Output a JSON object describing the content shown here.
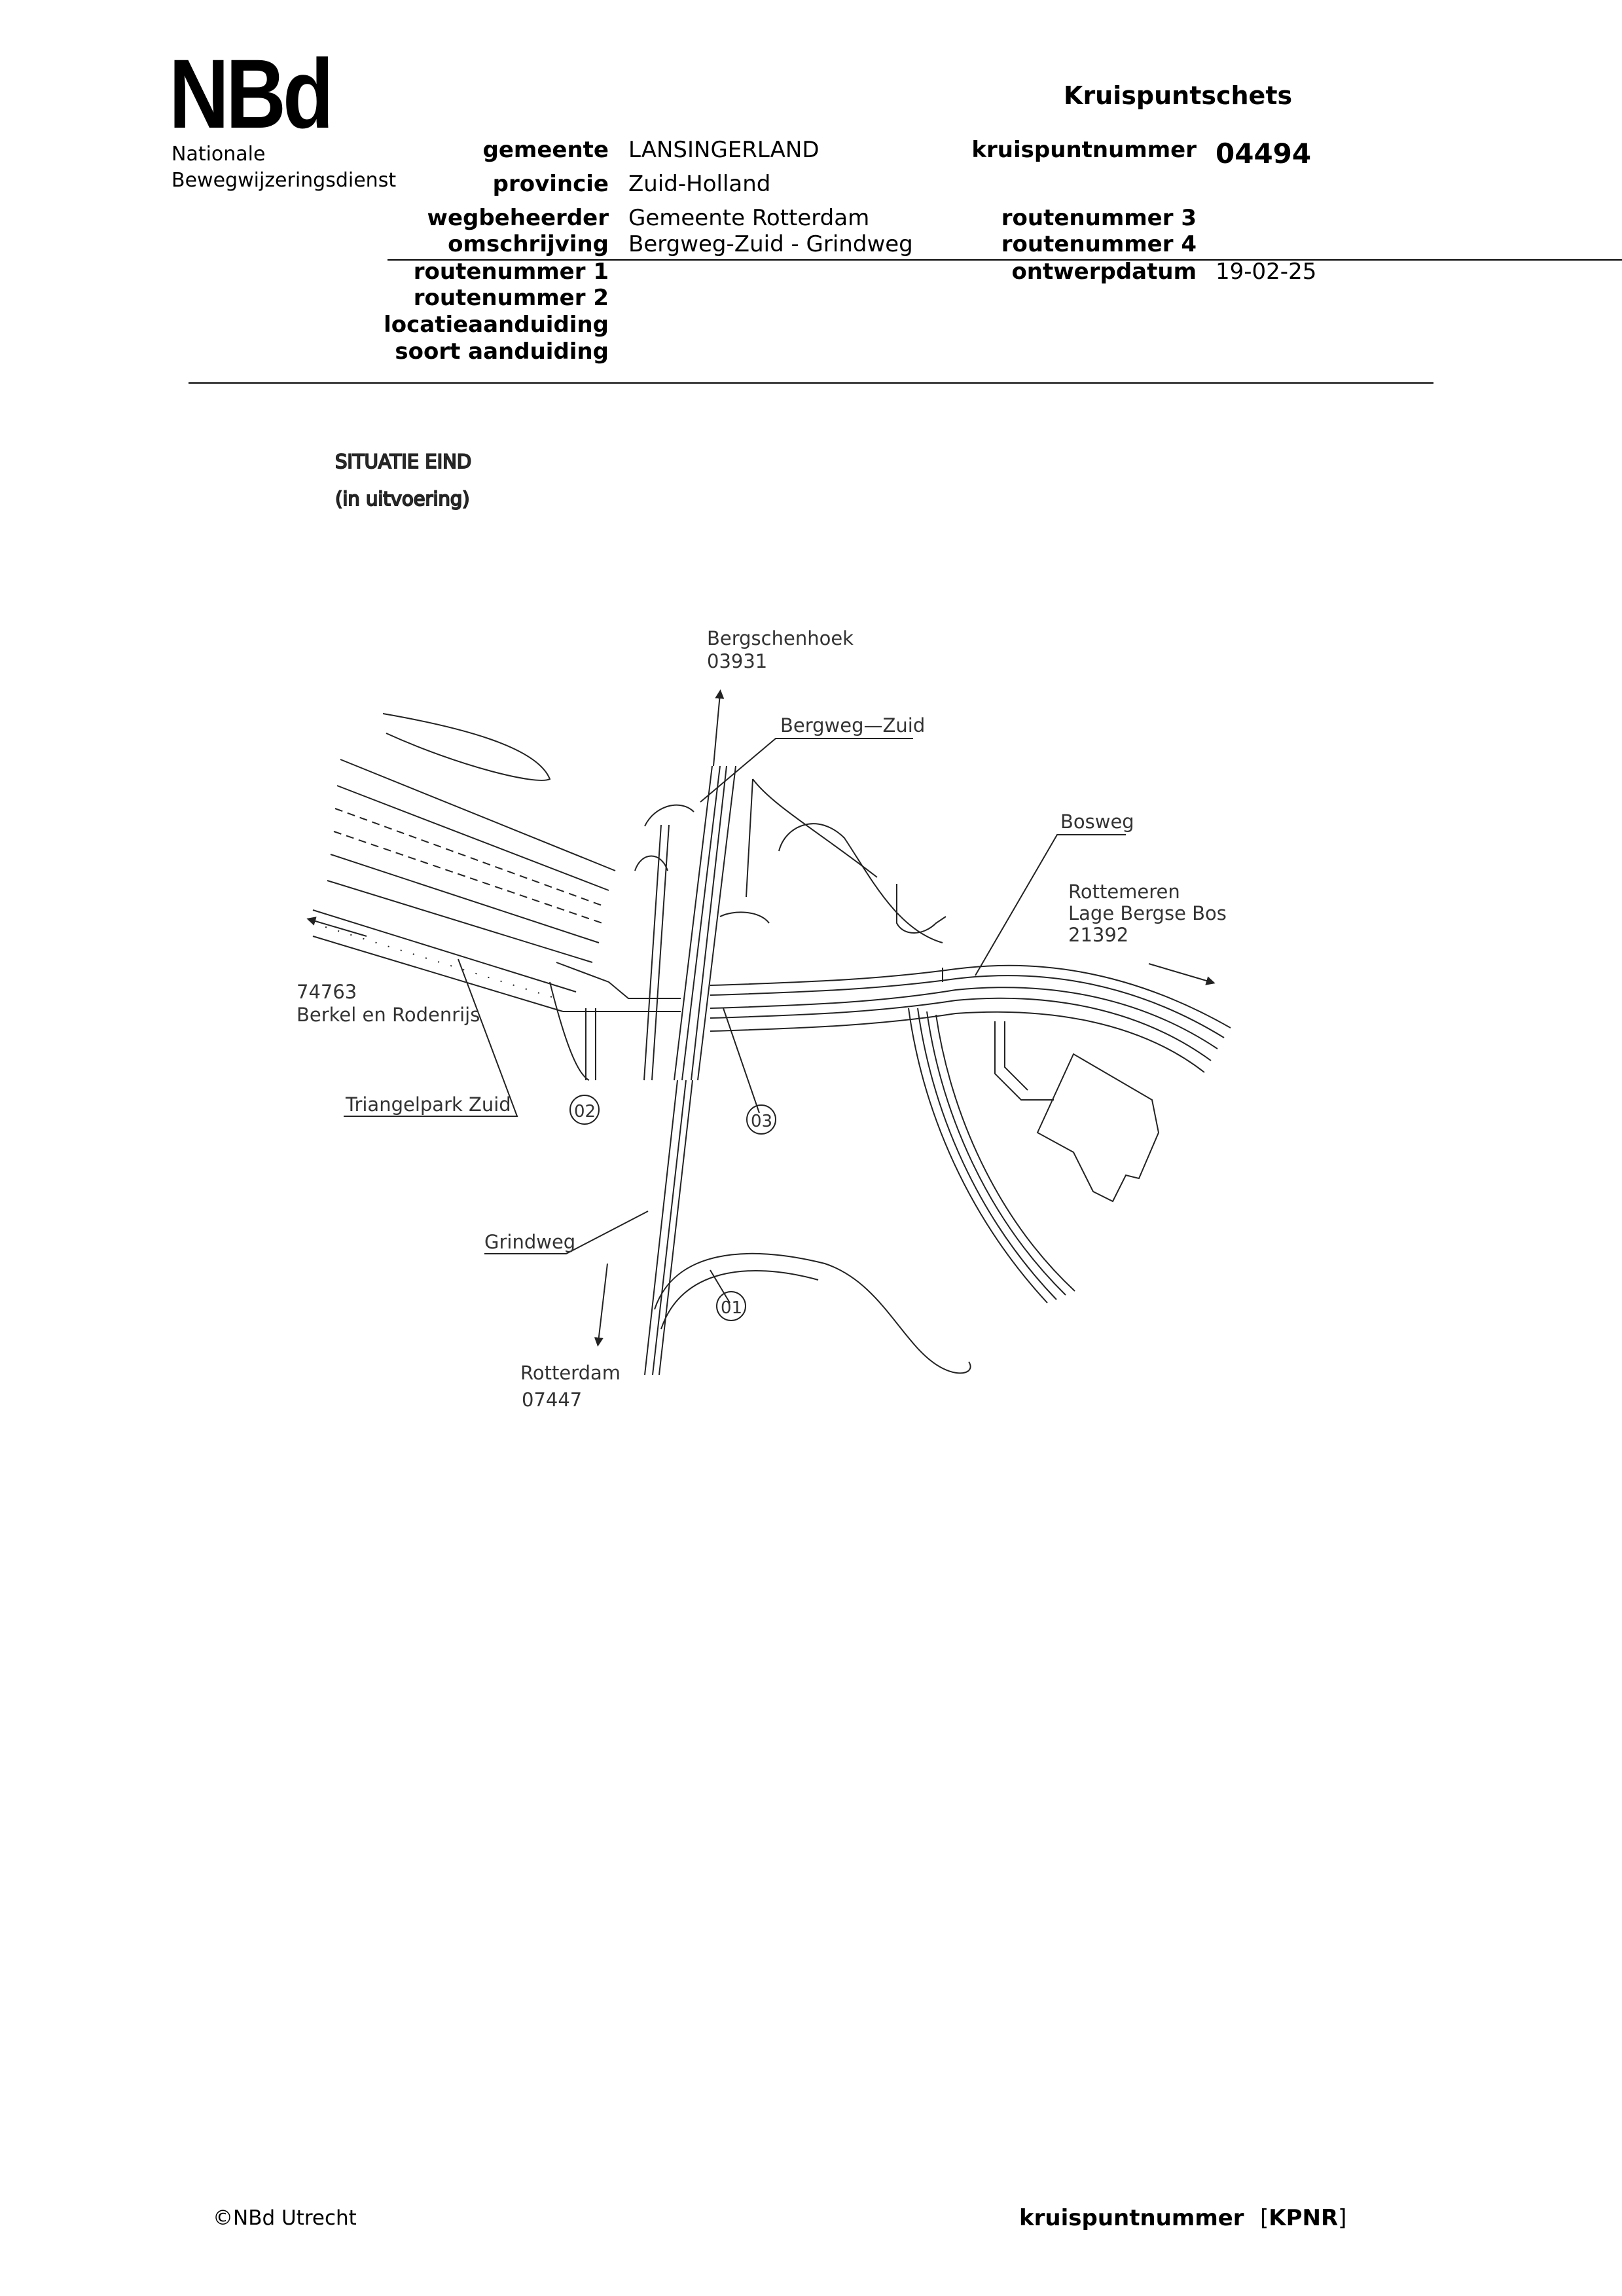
{
  "logo": {
    "mark": "NBd",
    "line1": "Nationale",
    "line2": "Bewegwijzeringsdienst"
  },
  "header": {
    "title": "Kruispuntschets",
    "fields": {
      "gemeente": {
        "label": "gemeente",
        "value": "LANSINGERLAND"
      },
      "provincie": {
        "label": "provincie",
        "value": "Zuid-Holland"
      },
      "wegbeheerder": {
        "label": "wegbeheerder",
        "value": "Gemeente Rotterdam"
      },
      "omschrijving": {
        "label": "omschrijving",
        "value": "Bergweg-Zuid - Grindweg"
      },
      "routenummer1": {
        "label": "routenummer 1",
        "value": ""
      },
      "routenummer2": {
        "label": "routenummer 2",
        "value": ""
      },
      "locatieaanduiding": {
        "label": "locatieaanduiding",
        "value": ""
      },
      "soortaanduiding": {
        "label": "soort aanduiding",
        "value": ""
      },
      "kruispuntnummer": {
        "label": "kruispuntnummer",
        "value": "04494"
      },
      "routenummer3": {
        "label": "routenummer 3",
        "value": ""
      },
      "routenummer4": {
        "label": "routenummer 4",
        "value": ""
      },
      "ontwerpdatum": {
        "label": "ontwerpdatum",
        "value": "19-02-25"
      }
    }
  },
  "drawing": {
    "situation_title": "SITUATIE  EIND",
    "situation_note": "(in  uitvoering)",
    "labels": {
      "north_place": "Bergschenhoek",
      "north_code": "03931",
      "north_road": "Bergweg—Zuid",
      "east_road": "Bosweg",
      "east_place1": "Rottemeren",
      "east_place2": "Lage  Bergse  Bos",
      "east_code": "21392",
      "west_code": "74763",
      "west_place": "Berkel  en  Rodenrijs",
      "west_road": "Triangelpark  Zuid",
      "south_road": "Grindweg",
      "south_place": "Rotterdam",
      "south_code": "07447",
      "marker_02": "02",
      "marker_03": "03",
      "marker_01": "01"
    }
  },
  "footer": {
    "copyright": "©NBd Utrecht",
    "kp_label": "kruispuntnummer",
    "kp_value_open": "[",
    "kp_value": "KPNR",
    "kp_value_close": "]"
  }
}
